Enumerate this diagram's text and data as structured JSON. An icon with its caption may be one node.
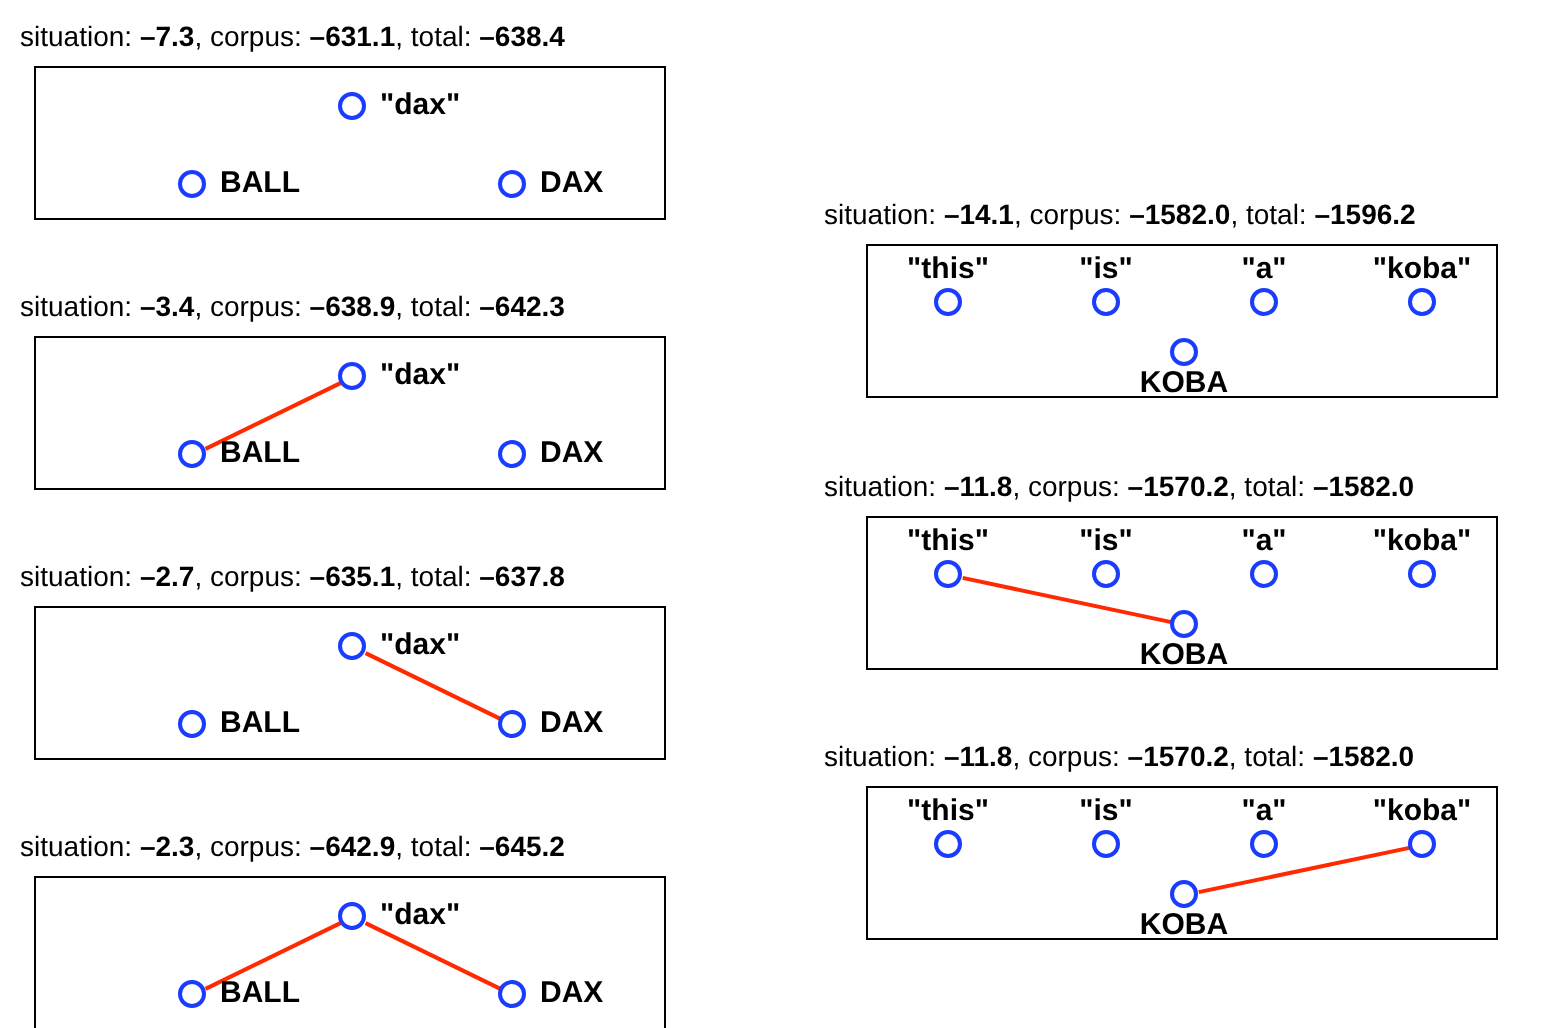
{
  "diagram": {
    "nodes": [
      {
        "text": [
          "situation: **–7.3**, corpus: **–631.1**, total: **–638.4**"
        ]
      },
      {
        "text": [],
        "shape": "circle",
        "beside": [
          "\"dax\""
        ],
        "in": 0
      },
      {
        "text": [],
        "shape": "circle",
        "beside": [
          "BALL"
        ],
        "in": 0
      },
      {
        "text": [],
        "shape": "circle",
        "beside": [
          "DAX"
        ],
        "in": 0
      },
      {
        "text": [
          "situation: **–3.4**, corpus: **–638.9**, total: **–642.3**"
        ]
      },
      {
        "text": [],
        "shape": "circle",
        "beside": [
          "\"dax\""
        ],
        "in": 4
      },
      {
        "text": [],
        "shape": "circle",
        "beside": [
          "BALL"
        ],
        "in": 4
      },
      {
        "text": [],
        "shape": "circle",
        "beside": [
          "DAX"
        ],
        "in": 4
      },
      {
        "text": [
          "situation: **–2.7**, corpus: **–635.1**, total: **–637.8**"
        ]
      },
      {
        "text": [],
        "shape": "circle",
        "beside": [
          "\"dax\""
        ],
        "in": 8
      },
      {
        "text": [],
        "shape": "circle",
        "beside": [
          "BALL"
        ],
        "in": 8
      },
      {
        "text": [],
        "shape": "circle",
        "beside": [
          "DAX"
        ],
        "in": 8
      },
      {
        "text": [
          "situation: **–2.3**, corpus: **–642.9**, total: **–645.2**"
        ]
      },
      {
        "text": [],
        "shape": "circle",
        "beside": [
          "\"dax\""
        ],
        "in": 12
      },
      {
        "text": [],
        "shape": "circle",
        "beside": [
          "BALL"
        ],
        "in": 12
      },
      {
        "text": [],
        "shape": "circle",
        "beside": [
          "DAX"
        ],
        "in": 12
      },
      {
        "text": [
          "situation: **–14.1**, corpus: **–1582.0**, total: **–1596.2**"
        ]
      },
      {
        "text": [],
        "shape": "circle",
        "beside": [
          "\"this\""
        ],
        "in": 16
      },
      {
        "text": [],
        "shape": "circle",
        "beside": [
          "\"is\""
        ],
        "in": 16
      },
      {
        "text": [],
        "shape": "circle",
        "beside": [
          "\"a\""
        ],
        "in": 16
      },
      {
        "text": [],
        "shape": "circle",
        "beside": [
          "\"koba\""
        ],
        "in": 16
      },
      {
        "text": [],
        "shape": "circle",
        "beside": [
          "KOBA"
        ],
        "in": 16
      },
      {
        "text": [
          "situation: **–11.8**, corpus: **–1570.2**, total: **–1582.0**"
        ]
      },
      {
        "text": [],
        "shape": "circle",
        "beside": [
          "\"this\""
        ],
        "in": 22
      },
      {
        "text": [],
        "shape": "circle",
        "beside": [
          "\"is\""
        ],
        "in": 22
      },
      {
        "text": [],
        "shape": "circle",
        "beside": [
          "\"a\""
        ],
        "in": 22
      },
      {
        "text": [],
        "shape": "circle",
        "beside": [
          "\"koba\""
        ],
        "in": 22
      },
      {
        "text": [],
        "shape": "circle",
        "beside": [
          "KOBA"
        ],
        "in": 22
      },
      {
        "text": [
          "situation: **–11.8**, corpus: **–1570.2**, total: **–1582.0**"
        ]
      },
      {
        "text": [],
        "shape": "circle",
        "beside": [
          "\"this\""
        ],
        "in": 28
      },
      {
        "text": [],
        "shape": "circle",
        "beside": [
          "\"is\""
        ],
        "in": 28
      },
      {
        "text": [],
        "shape": "circle",
        "beside": [
          "\"a\""
        ],
        "in": 28
      },
      {
        "text": [],
        "shape": "circle",
        "beside": [
          "\"koba\""
        ],
        "in": 28
      },
      {
        "text": [],
        "shape": "circle",
        "beside": [
          "KOBA"
        ],
        "in": 28
      }
    ],
    "edges": [
      {
        "from": 6,
        "to": 5,
        "arrow": "none"
      },
      {
        "from": 9,
        "to": 11,
        "arrow": "none"
      },
      {
        "from": 14,
        "to": 13,
        "arrow": "none"
      },
      {
        "from": 13,
        "to": 15,
        "arrow": "none"
      },
      {
        "from": 23,
        "to": 27,
        "arrow": "none"
      },
      {
        "from": 33,
        "to": 32,
        "arrow": "none"
      }
    ]
  }
}
